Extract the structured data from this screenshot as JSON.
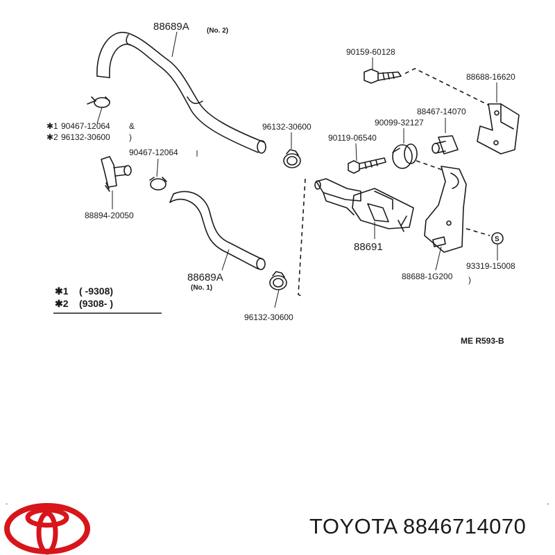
{
  "diagram": {
    "parts": [
      {
        "id": "hose-no2",
        "number": "88689A",
        "note": "(No. 2)"
      },
      {
        "id": "bolt-top",
        "number": "90159-60128"
      },
      {
        "id": "bracket-top",
        "number": "88688-16620"
      },
      {
        "id": "cushion-right",
        "number": "88467-14070"
      },
      {
        "id": "grommet",
        "number": "90099-32127"
      },
      {
        "id": "bolt-mid",
        "number": "90119-06540"
      },
      {
        "id": "clamp-upper",
        "number": "96132-30600"
      },
      {
        "id": "clamp-left-small",
        "number": "90467-12064"
      },
      {
        "id": "elbow",
        "number": "88894-20050"
      },
      {
        "id": "valve",
        "number": "88691"
      },
      {
        "id": "bracket-bottom",
        "number": "88688-1G200"
      },
      {
        "id": "washer",
        "number": "93319-15008"
      },
      {
        "id": "hose-no1",
        "number": "88689A",
        "note": "(No. 1)"
      },
      {
        "id": "clamp-lower",
        "number": "96132-30600"
      }
    ],
    "callout_group": {
      "line1_mark": "✱1",
      "line1_number": "90467-12064",
      "line1_suffix": "&",
      "line2_mark": "✱2",
      "line2_number": "96132-30600",
      "line2_suffix": ")"
    },
    "legend": {
      "row1_mark": "✱1",
      "row1_text": "(          -9308)",
      "row2_mark": "✱2",
      "row2_text": "(9308-          )"
    },
    "ref_code": "ME R593-B"
  },
  "brand": {
    "text": "TOYOTA 8846714070",
    "logo_color": "#d7151a"
  }
}
